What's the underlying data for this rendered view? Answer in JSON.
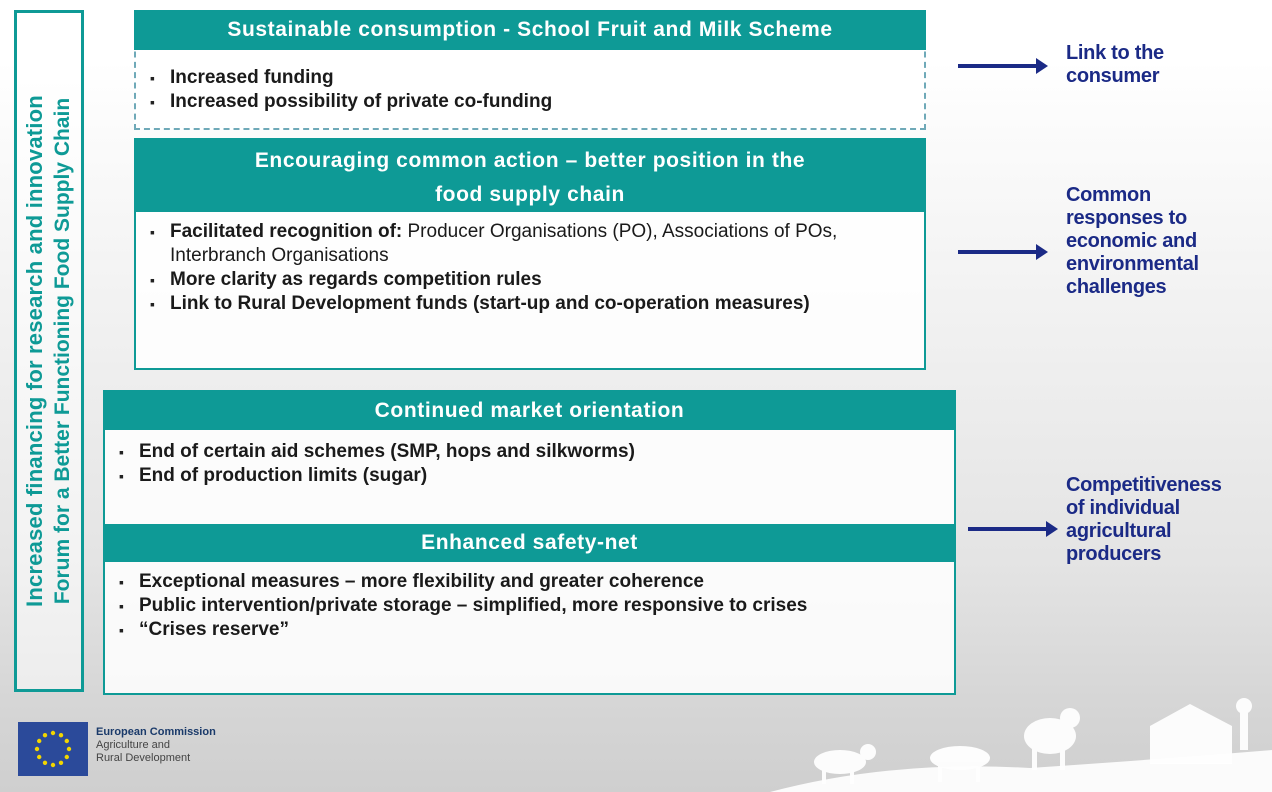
{
  "side_banner": {
    "line1": "Increased financing for research and innovation",
    "line2": "Forum for a Better Functioning Food Supply Chain"
  },
  "box1": {
    "title": "Sustainable consumption - School Fruit and Milk Scheme",
    "items": [
      "Increased funding",
      "Increased possibility of private co-funding"
    ]
  },
  "box2": {
    "title_line1": "Encouraging common action – better position in the",
    "title_line2": "food supply chain",
    "item1_bold": "Facilitated recognition of:",
    "item1_normal": " Producer Organisations (PO), Associations of POs, Interbranch Organisations",
    "items": [
      "More clarity as regards competition rules",
      "Link to Rural Development funds (start-up and co-operation measures)"
    ]
  },
  "box3": {
    "section1_title": "Continued market orientation",
    "section1_items": [
      "End of certain aid schemes (SMP, hops and silkworms)",
      "End of production limits (sugar)"
    ],
    "section2_title": "Enhanced safety-net",
    "section2_items": [
      "Exceptional measures – more flexibility and greater coherence",
      "Public intervention/private storage – simplified, more responsive to crises",
      "“Crises reserve”"
    ]
  },
  "right_labels": {
    "consumer": [
      "Link to the",
      "consumer"
    ],
    "common": [
      "Common",
      "responses to",
      "economic and",
      "environmental",
      "challenges"
    ],
    "competitiveness": [
      "Competitiveness",
      "of individual",
      "agricultural",
      "producers"
    ]
  },
  "footer": {
    "org": "European Commission",
    "dept_line1": "Agriculture and",
    "dept_line2": "Rural Development"
  },
  "colors": {
    "teal": "#0e9a96",
    "navy": "#1b2a86",
    "eu_blue": "#2b4a9a",
    "eu_yellow": "#f2d600"
  },
  "icons": [
    "eu-flag-icon",
    "farm-animals-illustration"
  ]
}
